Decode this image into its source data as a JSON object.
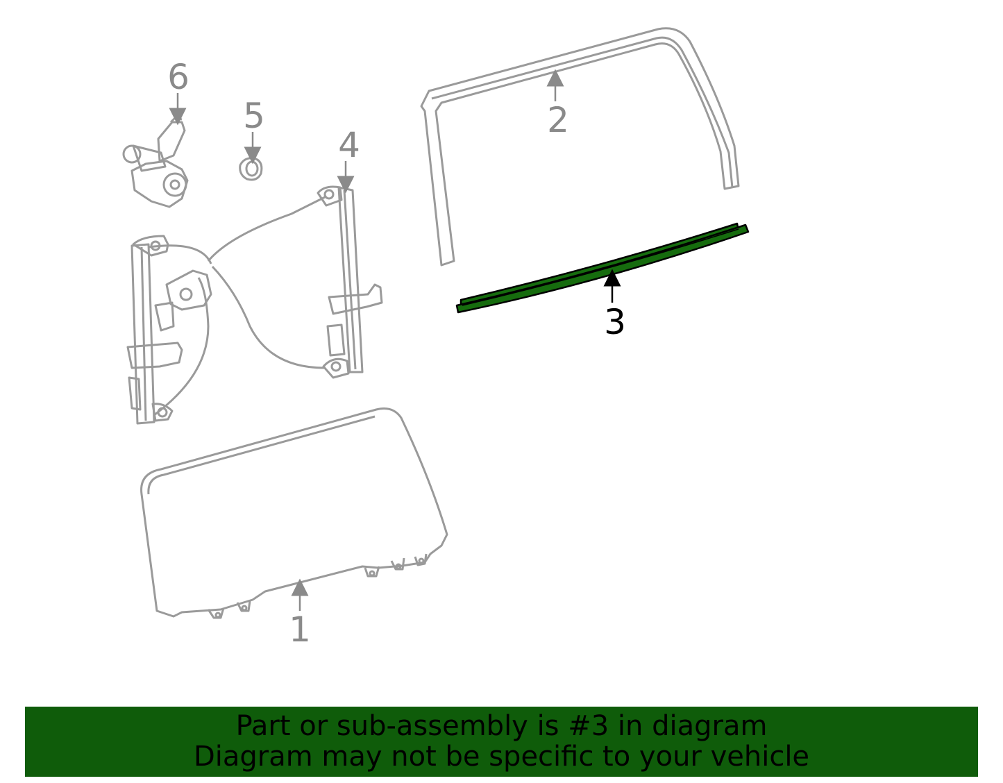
{
  "colors": {
    "part_stroke": "#9a9a9a",
    "label_gray": "#8a8a8a",
    "highlight_fill": "#166c0e",
    "highlight_stroke": "#000000",
    "banner_bg": "#0f5c0a",
    "banner_text": "#000000"
  },
  "diagram": {
    "highlighted_part": "3",
    "callouts": [
      {
        "id": "1",
        "label": "1"
      },
      {
        "id": "2",
        "label": "2"
      },
      {
        "id": "3",
        "label": "3"
      },
      {
        "id": "4",
        "label": "4"
      },
      {
        "id": "5",
        "label": "5"
      },
      {
        "id": "6",
        "label": "6"
      }
    ]
  },
  "banner": {
    "line1": "Part or sub-assembly is #3 in diagram",
    "line2": "Diagram may not be specific to your vehicle"
  }
}
